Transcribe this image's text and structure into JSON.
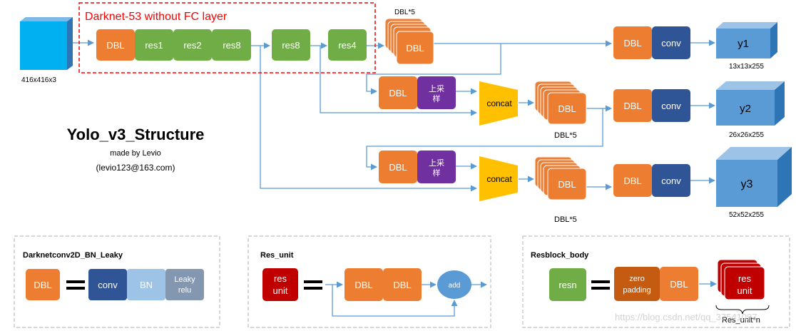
{
  "title": "Yolo_v3_Structure",
  "author": "made by Levio",
  "email": "(levio123@163.com)",
  "darknet_label": "Darknet-53 without FC layer",
  "input_size": "416x416x3",
  "backbone": {
    "dbl": "DBL",
    "res1": "res1",
    "res2": "res2",
    "res8a": "res8",
    "res8b": "res8",
    "res4": "res4"
  },
  "dbl_stack_top": "DBL*5",
  "dbl_stack_mid": "DBL*5",
  "dbl_stack_bot": "DBL*5",
  "dbl": "DBL",
  "conv": "conv",
  "upsample_line1": "上采",
  "upsample_line2": "样",
  "concat": "concat",
  "outputs": [
    {
      "name": "y1",
      "size": "13x13x255"
    },
    {
      "name": "y2",
      "size": "26x26x255"
    },
    {
      "name": "y3",
      "size": "52x52x255"
    }
  ],
  "legend": {
    "dbl_box": {
      "title": "Darknetconv2D_BN_Leaky",
      "lhs": "DBL",
      "parts": [
        "conv",
        "BN",
        "Leaky",
        "relu"
      ]
    },
    "res_unit_box": {
      "title": "Res_unit",
      "lhs_line1": "res",
      "lhs_line2": "unit",
      "parts": [
        "DBL",
        "DBL"
      ],
      "add": "add"
    },
    "resblock_box": {
      "title": "Resblock_body",
      "lhs": "resn",
      "zero_line1": "zero",
      "zero_line2": "padding",
      "dbl": "DBL",
      "unit_line1": "res",
      "unit_line2": "unit",
      "caption": "Res_unit*n"
    }
  },
  "watermark": "https://blog.csdn.net/qq_37541097",
  "colors": {
    "dbl": "#ed7d31",
    "res": "#70ad47",
    "conv": "#2f5597",
    "bn": "#9dc3e6",
    "leaky": "#8497b0",
    "upsample": "#7030a0",
    "concat": "#ffc000",
    "cube": "#5b9bd5",
    "resunit": "#c00000",
    "zeropad": "#c55a11",
    "add": "#5b9bd5",
    "arrow": "#5b9bd5",
    "darknet_box": "#ff0000"
  }
}
